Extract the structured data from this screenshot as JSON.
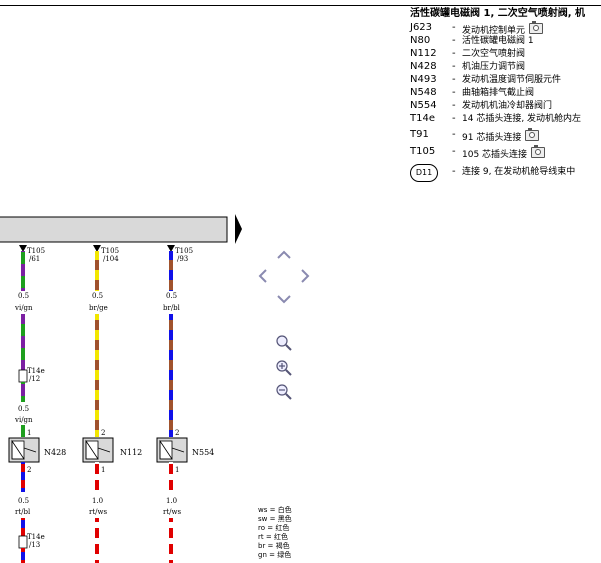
{
  "legend": {
    "title": "活性碳罐电磁阀 1, 二次空气喷射阀, 机",
    "items": [
      {
        "code": "J623",
        "desc": "发动机控制单元",
        "camera": true
      },
      {
        "code": "N80",
        "desc": "活性碳罐电磁阀 1",
        "camera": false
      },
      {
        "code": "N112",
        "desc": "二次空气喷射阀",
        "camera": false
      },
      {
        "code": "N428",
        "desc": "机油压力调节阀",
        "camera": false
      },
      {
        "code": "N493",
        "desc": "发动机温度调节伺服元件",
        "camera": false
      },
      {
        "code": "N548",
        "desc": "曲轴箱排气截止阀",
        "camera": false
      },
      {
        "code": "N554",
        "desc": "发动机机油冷却器阀门",
        "camera": false
      },
      {
        "code": "T14e",
        "desc": "14 芯插头连接, 发动机舱内左",
        "camera": false
      },
      {
        "code": "T91",
        "desc": "91 芯插头连接",
        "camera": true
      },
      {
        "code": "T105",
        "desc": "105 芯插头连接",
        "camera": true
      },
      {
        "code": "D11",
        "desc": "连接 9, 在发动机舱导线束中",
        "camera": false
      }
    ]
  },
  "diagram": {
    "wires": [
      {
        "top_conn": "T105",
        "top_pin": "/61",
        "wire1_size": "0.5",
        "wire1_color": "vi/gn",
        "mid_conn": "T14e",
        "mid_pin": "/12",
        "wire2_size": "0.5",
        "wire2_color": "vi/gn",
        "pin_top": "1",
        "component": "N428",
        "pin_bottom": "2",
        "wire3_size": "0.5",
        "wire3_color": "rt/bl",
        "bottom_conn": "T14e",
        "bottom_pin": "/13"
      },
      {
        "top_conn": "T105",
        "top_pin": "/104",
        "wire1_size": "0.5",
        "wire1_color": "br/ge",
        "pin_top": "2",
        "component": "N112",
        "pin_bottom": "1",
        "wire3_size": "1.0",
        "wire3_color": "rt/ws"
      },
      {
        "top_conn": "T105",
        "top_pin": "/93",
        "wire1_size": "0.5",
        "wire1_color": "br/bl",
        "pin_top": "2",
        "component": "N554",
        "pin_bottom": "1",
        "wire3_size": "1.0",
        "wire3_color": "rt/ws"
      }
    ],
    "colors": {
      "vi": "#7b1fa2",
      "gn": "#1e9e1e",
      "br": "#a0522d",
      "ge": "#f2e600",
      "bl": "#1010e8",
      "rt": "#e00000",
      "ws": "#ffffff"
    }
  },
  "color_codes": [
    "ws = 白色",
    "sw = 黑色",
    "ro = 红色",
    "rt = 红色",
    "br = 褐色",
    "gn = 绿色"
  ]
}
